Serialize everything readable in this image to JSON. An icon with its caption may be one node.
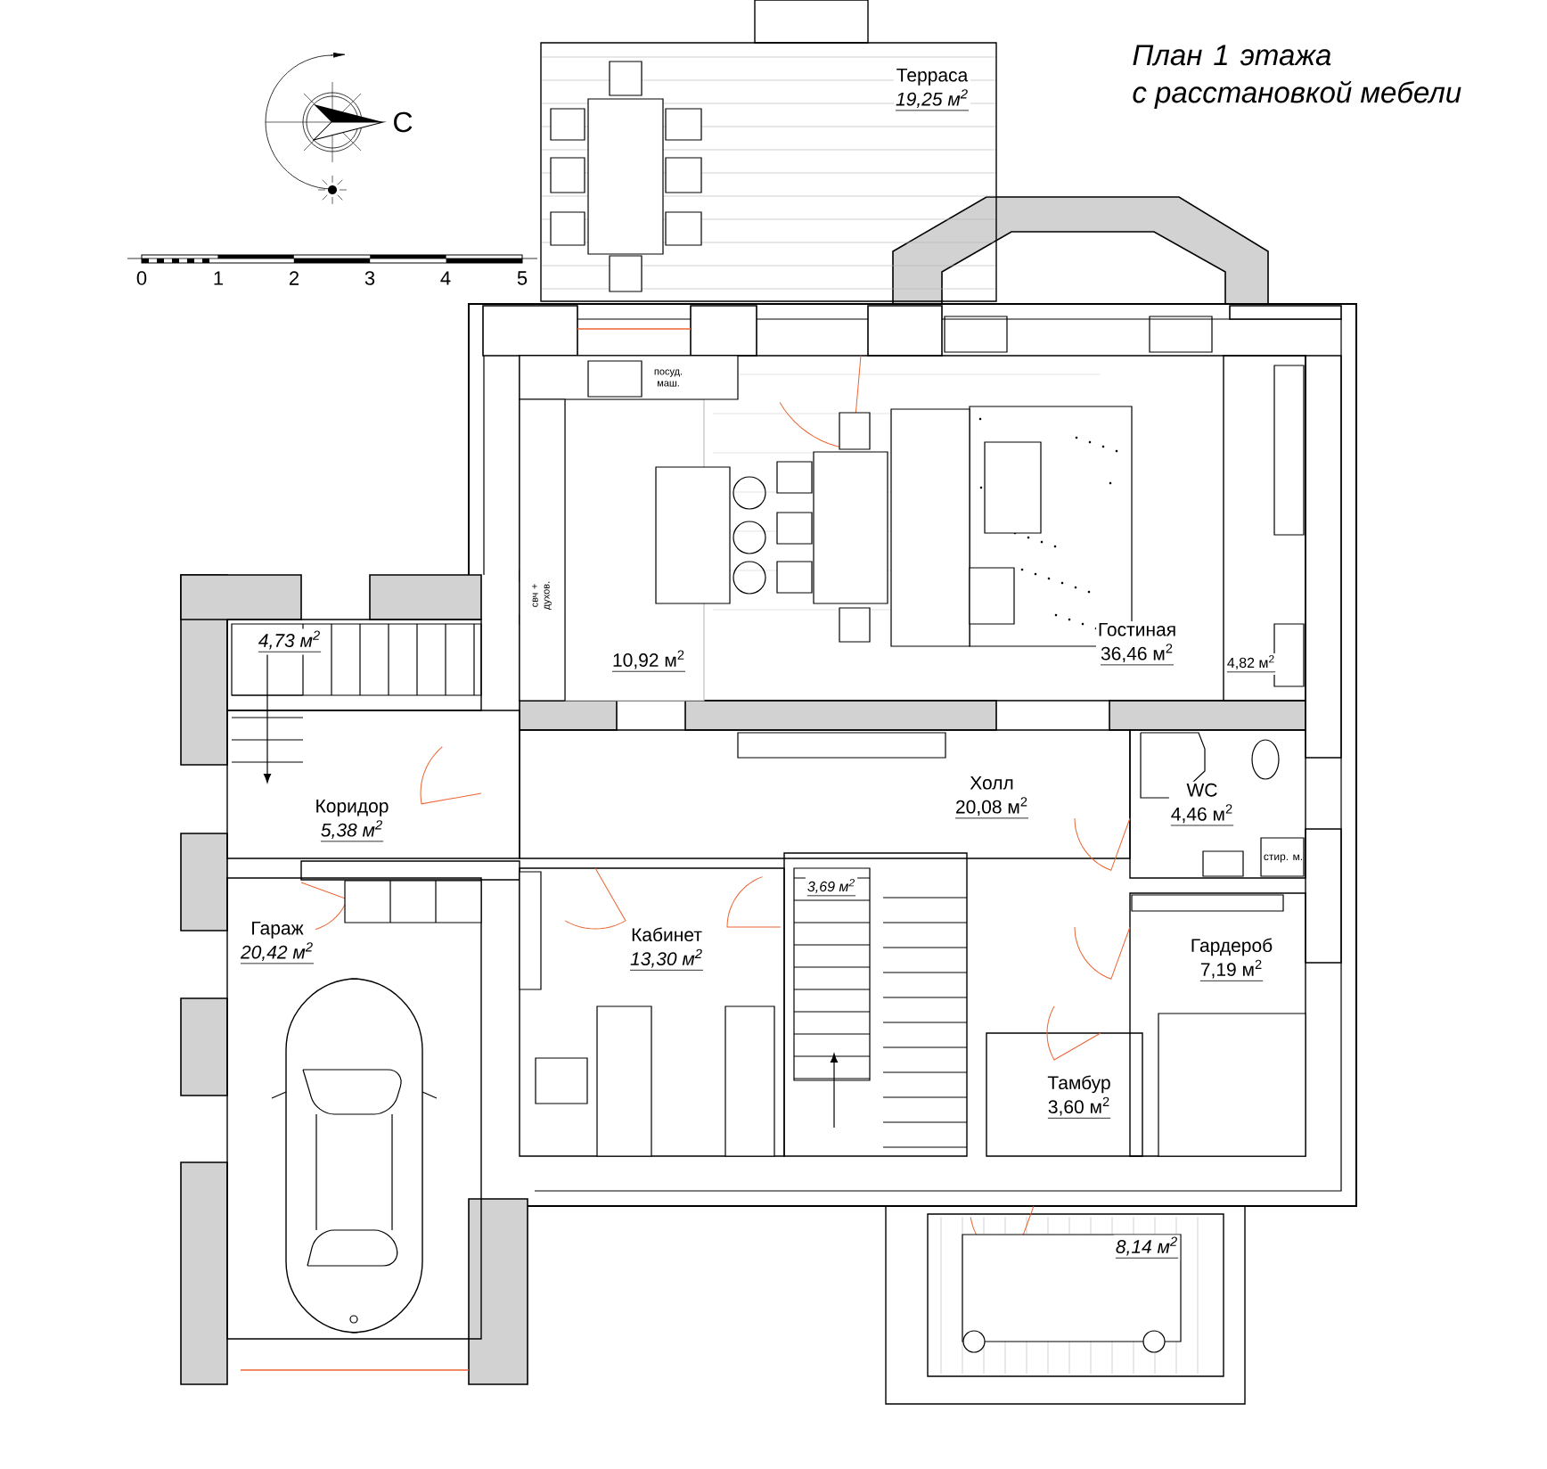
{
  "diagram": {
    "title": "План 1 этажа с расстановкой мебели",
    "nodes": [
      {
        "text": [
          "Терраса",
          "19,25 м$^{2}$"
        ]
      },
      {
        "text": [
          "10,92 м$^{2}$"
        ]
      },
      {
        "text": [
          "Гостиная",
          "36,46 м$^{2}$"
        ]
      },
      {
        "text": [
          "4,82 м$^{2}$"
        ]
      },
      {
        "text": [
          "Холл",
          "20,08 м$^{2}$"
        ]
      },
      {
        "text": [
          "WC",
          "4,46 м$^{2}$"
        ]
      },
      {
        "text": [
          "4,73 м$^{2}$"
        ]
      },
      {
        "text": [
          "Коридор",
          "5,38 м$^{2}$"
        ]
      },
      {
        "text": [
          "3,69 м$^{2}$"
        ]
      },
      {
        "text": [
          "Гараж",
          "20,42 м$^{2}$"
        ]
      },
      {
        "text": [
          "Кабинет",
          "13,30 м$^{2}$"
        ]
      },
      {
        "text": [
          "Гардероб",
          "7,19 м$^{2}$"
        ]
      },
      {
        "text": [
          "Тамбур",
          "3,60 м$^{2}$"
        ]
      },
      {
        "text": [
          "8,14 м$^{2}$"
        ]
      }
    ],
    "labels": [
      "С",
      "0",
      "1",
      "2",
      "3",
      "4",
      "5",
      "посуд. маш.",
      "свч + духов.",
      "стир. м."
    ]
  }
}
